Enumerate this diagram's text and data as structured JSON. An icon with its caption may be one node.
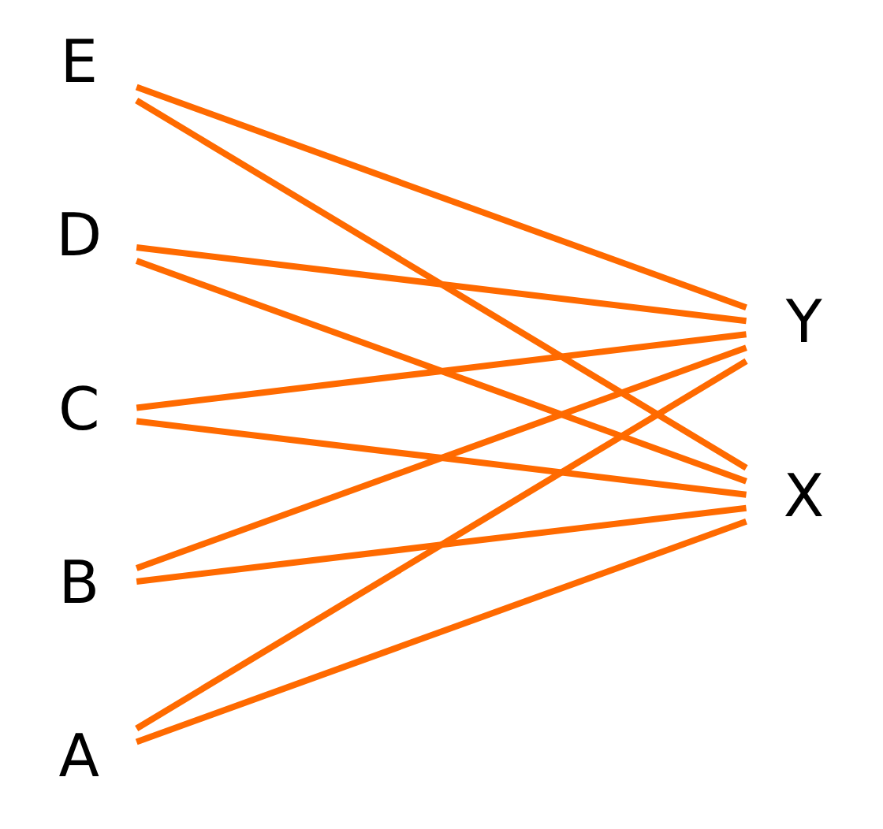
{
  "diagram": {
    "nodes": [
      {
        "text": [
          "E"
        ]
      },
      {
        "text": [
          "D"
        ]
      },
      {
        "text": [
          "C"
        ]
      },
      {
        "text": [
          "B"
        ]
      },
      {
        "text": [
          "A"
        ]
      },
      {
        "text": [
          "Y"
        ]
      },
      {
        "text": [
          "X"
        ]
      }
    ],
    "edges": [
      {
        "from": 0,
        "to": 5,
        "arrow": "none"
      },
      {
        "from": 0,
        "to": 6,
        "arrow": "none"
      },
      {
        "from": 1,
        "to": 5,
        "arrow": "none"
      },
      {
        "from": 1,
        "to": 6,
        "arrow": "none"
      },
      {
        "from": 2,
        "to": 5,
        "arrow": "none"
      },
      {
        "from": 2,
        "to": 6,
        "arrow": "none"
      },
      {
        "from": 3,
        "to": 5,
        "arrow": "none"
      },
      {
        "from": 3,
        "to": 6,
        "arrow": "none"
      },
      {
        "from": 4,
        "to": 5,
        "arrow": "none"
      },
      {
        "from": 4,
        "to": 6,
        "arrow": "none"
      }
    ]
  }
}
